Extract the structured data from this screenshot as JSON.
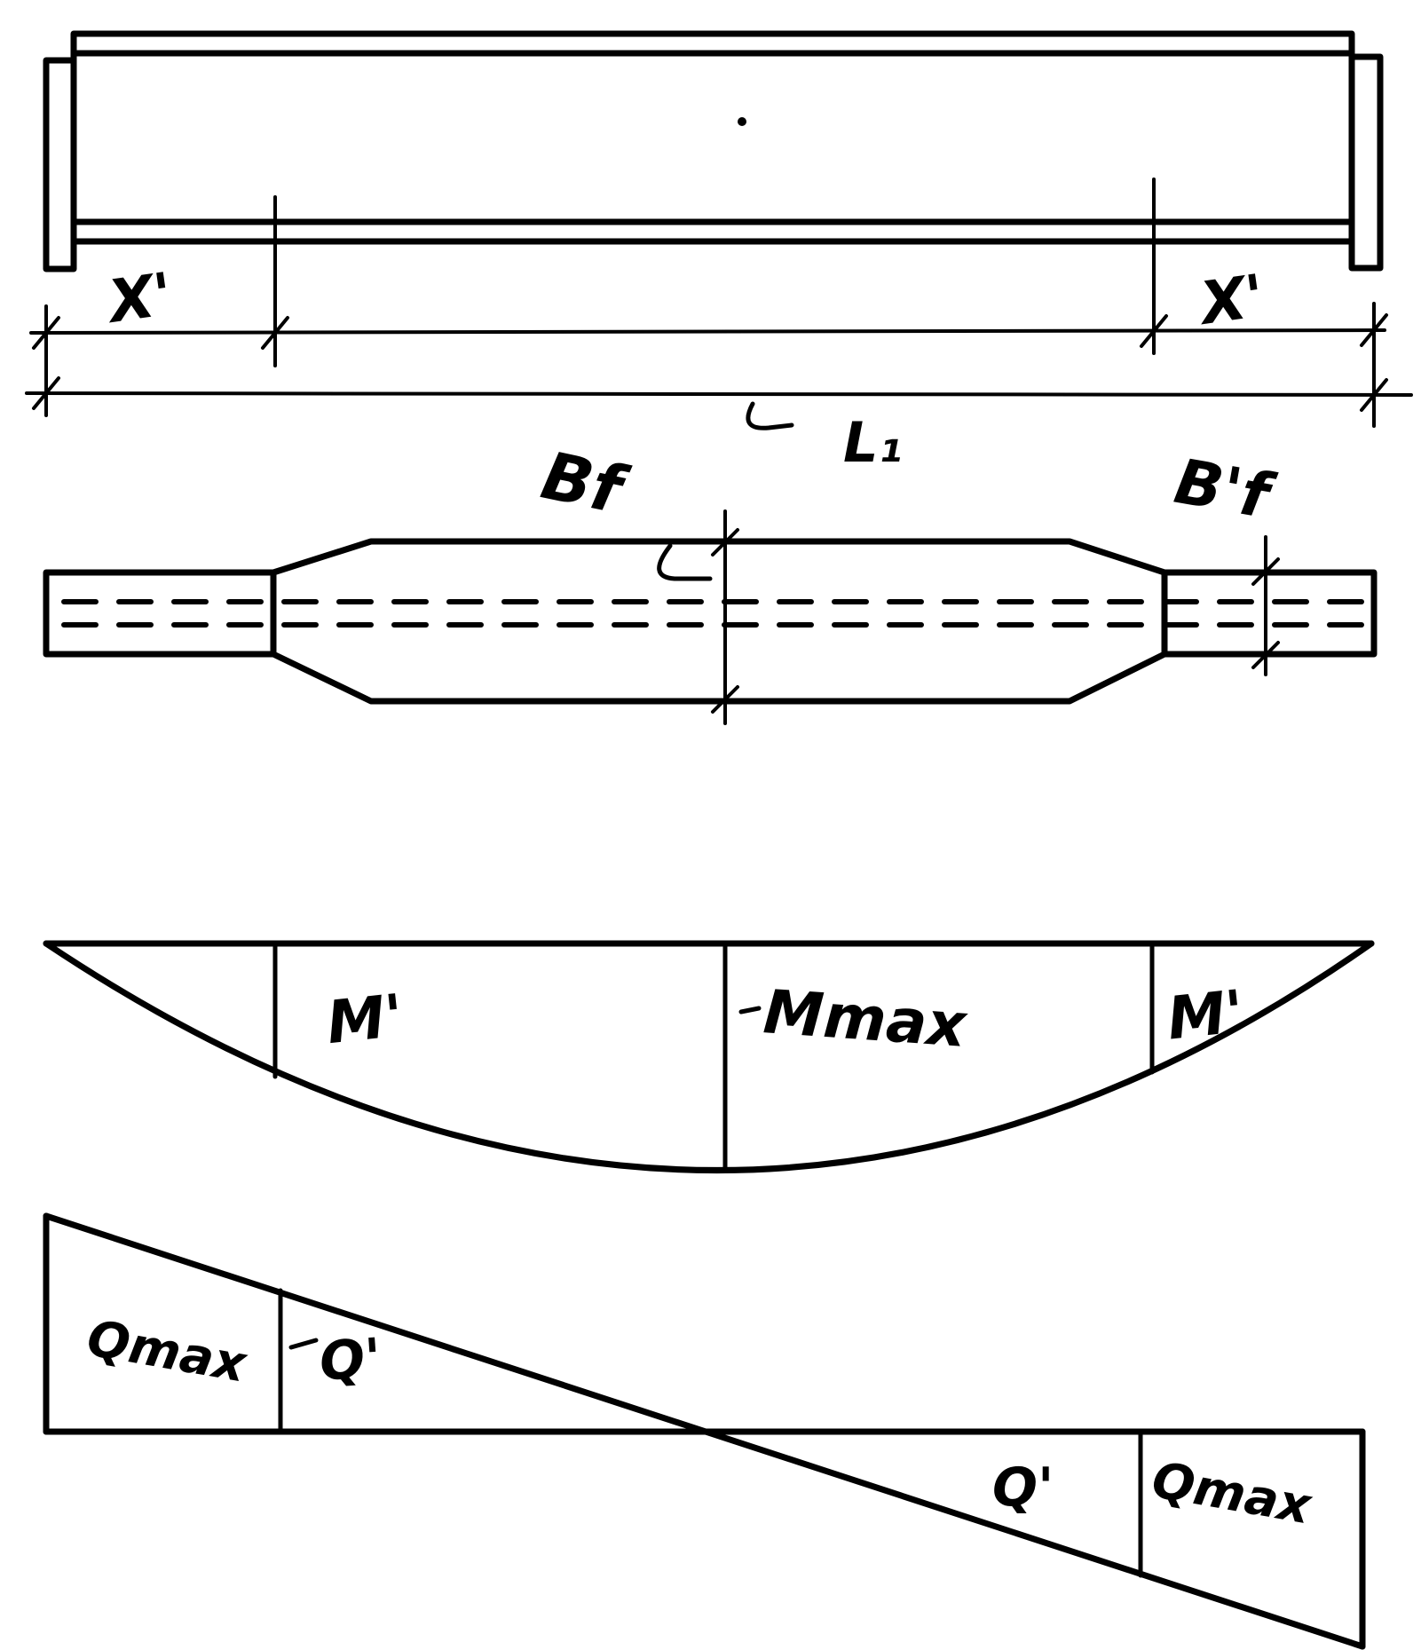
{
  "labels": {
    "x_left": "X'",
    "x_right": "X'",
    "span": "L₁",
    "flange_width_mid": "Bf",
    "flange_width_end": "B'f",
    "moment_left": "M'",
    "moment_max": "Mmax",
    "moment_right": "M'",
    "shear_max_left": "Qmax",
    "shear_left": "Q'",
    "shear_right": "Q'",
    "shear_max_right": "Qmax"
  }
}
